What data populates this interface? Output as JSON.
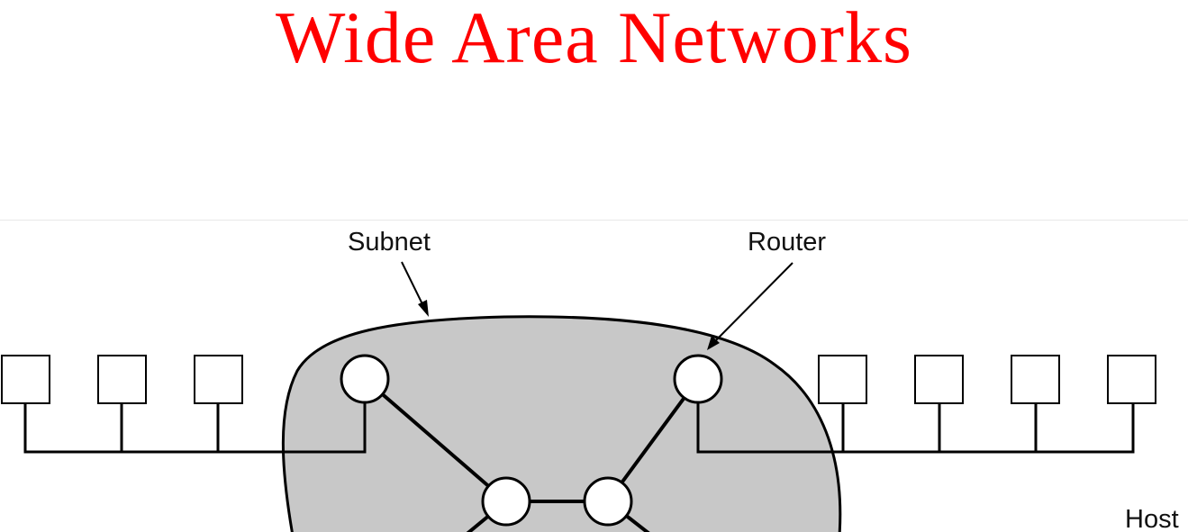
{
  "slide": {
    "title": "Wide Area Networks",
    "title_color": "#ff0000"
  },
  "diagram": {
    "labels": {
      "subnet": "Subnet",
      "router": "Router",
      "host": "Host"
    },
    "colors": {
      "subnet_fill": "#c8c8c8",
      "stroke": "#000000",
      "host_fill": "#ffffff",
      "router_fill": "#ffffff"
    },
    "left_host_count": 3,
    "right_host_count": 4,
    "router_count": 4
  }
}
